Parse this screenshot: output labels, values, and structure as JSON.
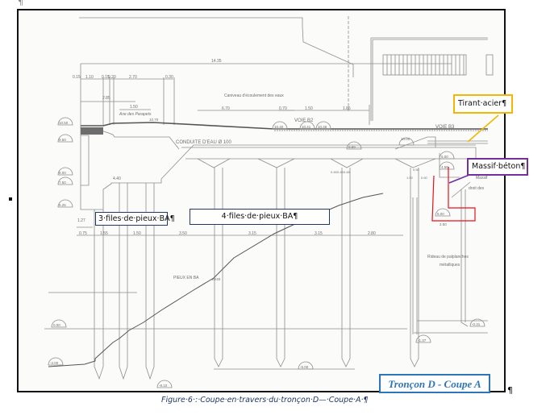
{
  "document": {
    "paragraph_mark": "¶",
    "figure_caption": "Figure·6·:·Coupe·en·travers·du·tronçon·D—·Coupe·A·¶",
    "title_block": "Tronçon D - Coupe A",
    "end_mark": "¶"
  },
  "callouts": {
    "tirant": "Tirant·acier¶",
    "massif": "Massif·béton¶",
    "three_files": "3·files·de·pieux·BA¶",
    "four_files": "4·files·de·pieux·BA¶"
  },
  "colors": {
    "tirant_border": "#f2b705",
    "massif_border": "#7030a0",
    "highlight_red": "#e8101a",
    "pile_label_border": "#1f3864",
    "title_blue": "#2e75b6"
  },
  "drawing": {
    "dimension_total": "14.35",
    "dim_top": [
      "0.15",
      "1.10",
      "0.15",
      "0.20",
      "2.70",
      "0.30"
    ],
    "dim_285": "2.85",
    "dim_150a": "1.50",
    "label_axe": "Axe des Parapets",
    "dim_670": "6.70",
    "dim_070": "0.70",
    "dim_150b": "1.50",
    "dim_185": "1.85",
    "label_caniveau": "Caniveau d'écoulement des eaux",
    "label_voie_b2": "VOIE B2",
    "label_voie_b3": "VOIE B3",
    "label_conduite": "CONDUITE D'EAU Ø 100",
    "level_1050": "10.50",
    "level_1070": "10.70",
    "level_1040": "10.40",
    "level_1041": "10.41",
    "level_1046": "10.46",
    "level_1000": "10.00",
    "level_950": "9.50",
    "level_950b": "9.50",
    "level_800": "8.00",
    "level_750": "7.50",
    "level_625": "6.25",
    "level_500": "5.00",
    "level_450": "4.50",
    "level_600": "6.00",
    "level_000": "0.00",
    "level_m200": "-2.00",
    "level_m810": "-8.10",
    "level_m500": "-5.00",
    "level_m137": "-1.37",
    "level_m031": "-0.31",
    "dim_440": "4.40",
    "dim_row2": [
      "0.75",
      "1.55",
      "1.50",
      "3.50",
      "3.15",
      "3.15",
      "2.80"
    ],
    "dim_small": [
      "1.27"
    ],
    "dim_pile_heads": [
      "0.45",
      "0.45",
      "0.45"
    ],
    "dim_030": "0.30",
    "dim_050": "0.50",
    "dim_100": "1.00",
    "dim_060": "0.60",
    "dim_250": "2.50",
    "dim_040": "0.40",
    "label_pieux": "PIEUX EN BA",
    "label_pieux_size": "40/40",
    "label_massif": "Massif",
    "label_droit": "droit des",
    "label_rideau_1": "Rideau de palplanches",
    "label_rideau_2": "métalliques"
  }
}
